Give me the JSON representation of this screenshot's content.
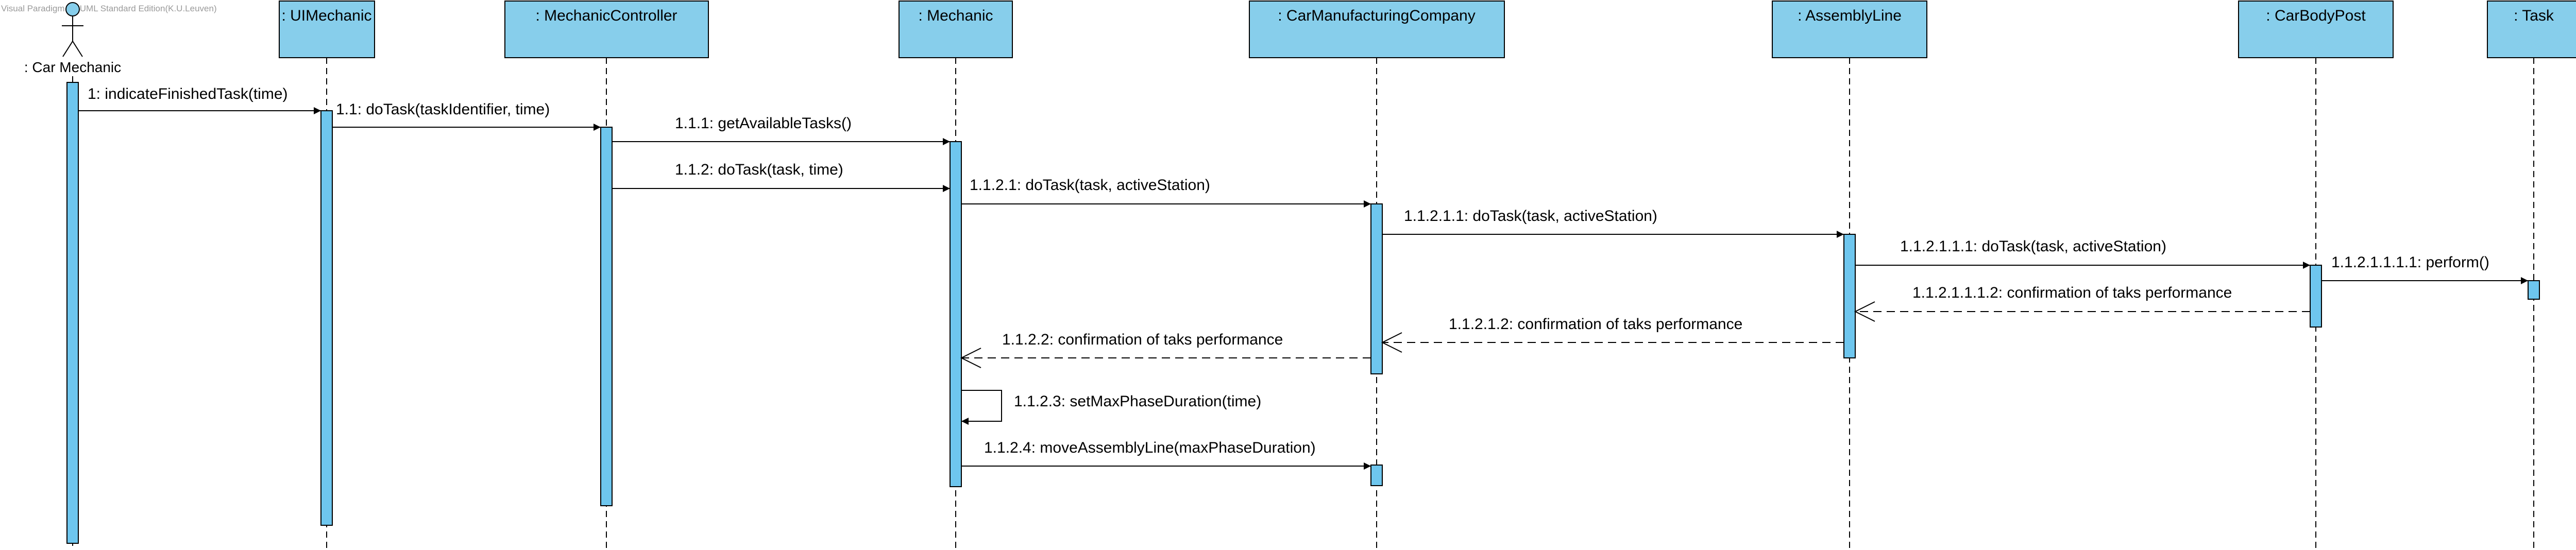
{
  "watermark": "Visual Paradigm for UML Standard Edition(K.U.Leuven)",
  "colors": {
    "box_fill": "#87CEEB",
    "activation_fill": "#6EC6EE",
    "line": "#000000",
    "lifeline": "#000000"
  },
  "actor": {
    "name": ": Car Mechanic"
  },
  "participants": [
    {
      "id": "ui",
      "name": ": UIMechanic"
    },
    {
      "id": "ctrl",
      "name": ": MechanicController"
    },
    {
      "id": "mech",
      "name": ": Mechanic"
    },
    {
      "id": "cmc",
      "name": ": CarManufacturingCompany"
    },
    {
      "id": "al",
      "name": ": AssemblyLine"
    },
    {
      "id": "cbp",
      "name": ": CarBodyPost"
    },
    {
      "id": "task",
      "name": ": Task"
    }
  ],
  "messages": [
    {
      "label": "1: indicateFinishedTask(time)",
      "from": "actor",
      "to": "ui",
      "kind": "sync"
    },
    {
      "label": "1.1: doTask(taskIdentifier, time)",
      "from": "ui",
      "to": "ctrl",
      "kind": "sync"
    },
    {
      "label": "1.1.1: getAvailableTasks()",
      "from": "ctrl",
      "to": "mech",
      "kind": "sync"
    },
    {
      "label": "1.1.2: doTask(task, time)",
      "from": "ctrl",
      "to": "mech",
      "kind": "sync"
    },
    {
      "label": "1.1.2.1: doTask(task, activeStation)",
      "from": "mech",
      "to": "cmc",
      "kind": "sync"
    },
    {
      "label": "1.1.2.1.1: doTask(task, activeStation)",
      "from": "cmc",
      "to": "al",
      "kind": "sync"
    },
    {
      "label": "1.1.2.1.1.1: doTask(task, activeStation)",
      "from": "al",
      "to": "cbp",
      "kind": "sync"
    },
    {
      "label": "1.1.2.1.1.1.1: perform()",
      "from": "cbp",
      "to": "task",
      "kind": "sync"
    },
    {
      "label": "1.1.2.1.1.1.2: confirmation of taks performance",
      "from": "cbp",
      "to": "al",
      "kind": "return"
    },
    {
      "label": "1.1.2.1.2: confirmation of taks performance",
      "from": "al",
      "to": "cmc",
      "kind": "return"
    },
    {
      "label": "1.1.2.2: confirmation of taks performance",
      "from": "cmc",
      "to": "mech",
      "kind": "return"
    },
    {
      "label": "1.1.2.3: setMaxPhaseDuration(time)",
      "from": "mech",
      "to": "mech",
      "kind": "self"
    },
    {
      "label": "1.1.2.4: moveAssemblyLine(maxPhaseDuration)",
      "from": "mech",
      "to": "cmc",
      "kind": "sync"
    }
  ]
}
